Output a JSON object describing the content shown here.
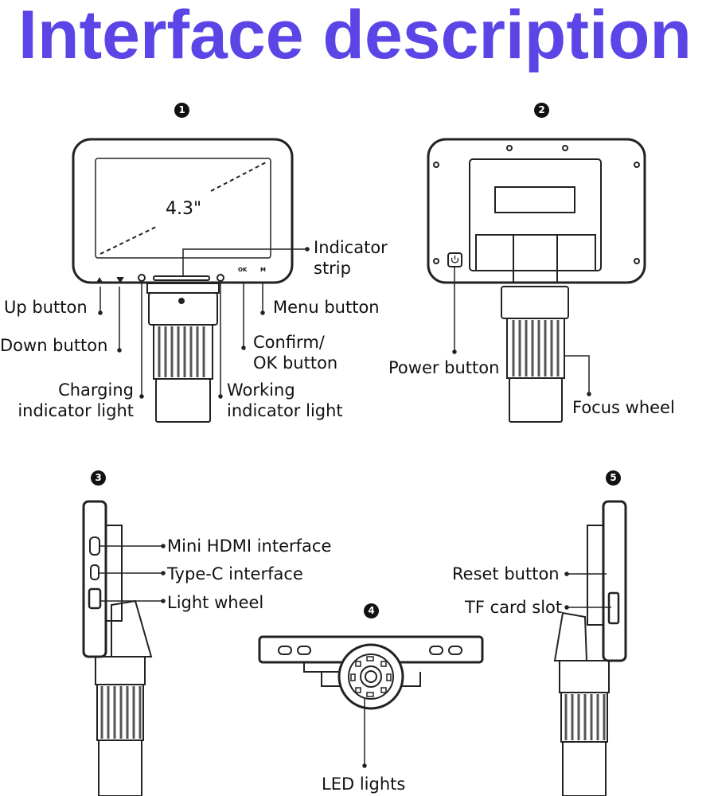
{
  "title": "Interface description",
  "steps": [
    "1",
    "2",
    "3",
    "4",
    "5"
  ],
  "colors": {
    "title": "#5b45e6",
    "line": "#222222"
  },
  "panel1": {
    "screen_size": "4.3\"",
    "button_marks": {
      "ok": "OK",
      "menu": "M"
    },
    "labels": {
      "indicator_strip": [
        "Indicator",
        "strip"
      ],
      "up_button": "Up button",
      "down_button": "Down button",
      "menu_button": "Menu button",
      "confirm_ok": [
        "Confirm/",
        "OK button"
      ],
      "charging": [
        "Charging",
        "indicator light"
      ],
      "working": [
        "Working",
        "indicator light"
      ]
    }
  },
  "panel2": {
    "labels": {
      "power_button": "Power button",
      "focus_wheel": "Focus wheel"
    }
  },
  "panel3": {
    "labels": {
      "mini_hdmi": "Mini HDMI interface",
      "type_c": "Type-C interface",
      "light_wheel": "Light wheel"
    }
  },
  "panel4": {
    "labels": {
      "led_lights": "LED lights"
    }
  },
  "panel5": {
    "labels": {
      "reset_button": "Reset button",
      "tf_card": "TF card slot"
    }
  }
}
